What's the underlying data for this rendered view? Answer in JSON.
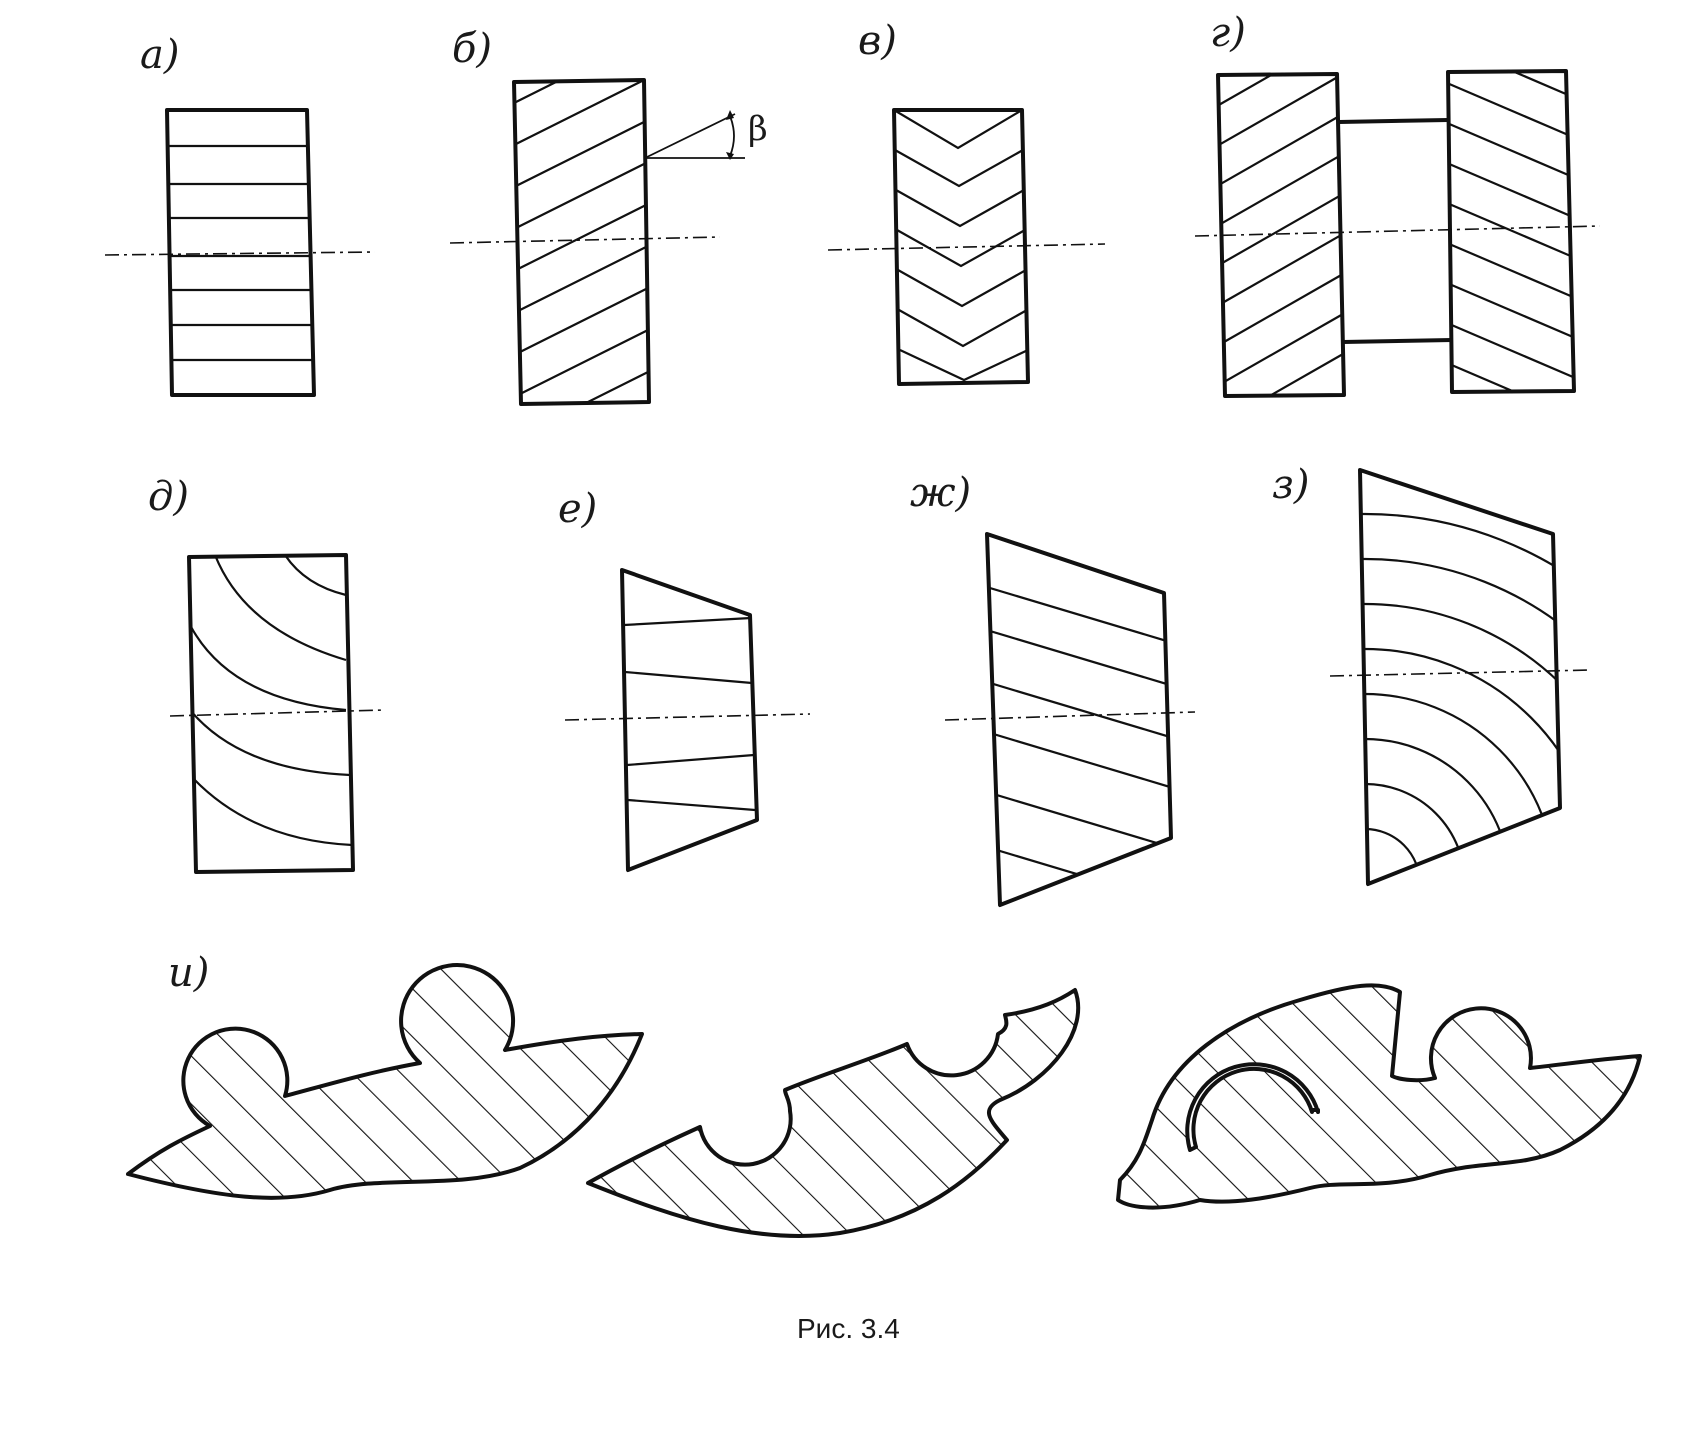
{
  "panels": {
    "a": "а)",
    "b": "б)",
    "v": "в)",
    "g": "г)",
    "d": "д)",
    "e": "е)",
    "zh": "ж)",
    "z": "з)",
    "i": "и)"
  },
  "angle_label": "β",
  "caption": "Рис. 3.4"
}
